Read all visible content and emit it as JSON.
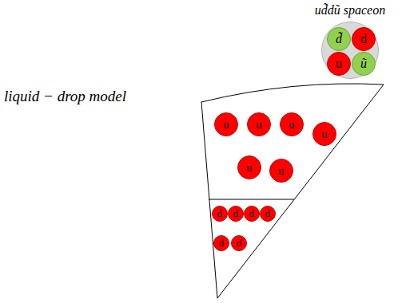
{
  "diagram": {
    "nodes": [
      {
        "text": [
          "ud̃dũ spaceon"
        ]
      },
      {
        "text": [
          "d̃"
        ],
        "in": 0
      },
      {
        "text": [
          "d"
        ],
        "in": 0
      },
      {
        "text": [
          "u"
        ],
        "in": 0
      },
      {
        "text": [
          "ũ"
        ],
        "in": 0
      },
      {
        "text": [
          "liquid − drop model"
        ]
      },
      {
        "text": [
          "u"
        ],
        "in": 5
      },
      {
        "text": [
          "u"
        ],
        "in": 5
      },
      {
        "text": [
          "u"
        ],
        "in": 5
      },
      {
        "text": [
          "u"
        ],
        "in": 5
      },
      {
        "text": [
          "u"
        ],
        "in": 5
      },
      {
        "text": [
          "u"
        ],
        "in": 5
      },
      {
        "text": [
          "d"
        ],
        "in": 5
      },
      {
        "text": [
          "d"
        ],
        "in": 5
      },
      {
        "text": [
          "d"
        ],
        "in": 5
      },
      {
        "text": [
          "d"
        ],
        "in": 5
      },
      {
        "text": [
          "d"
        ],
        "in": 5
      },
      {
        "text": [
          "d"
        ],
        "in": 5
      }
    ]
  }
}
